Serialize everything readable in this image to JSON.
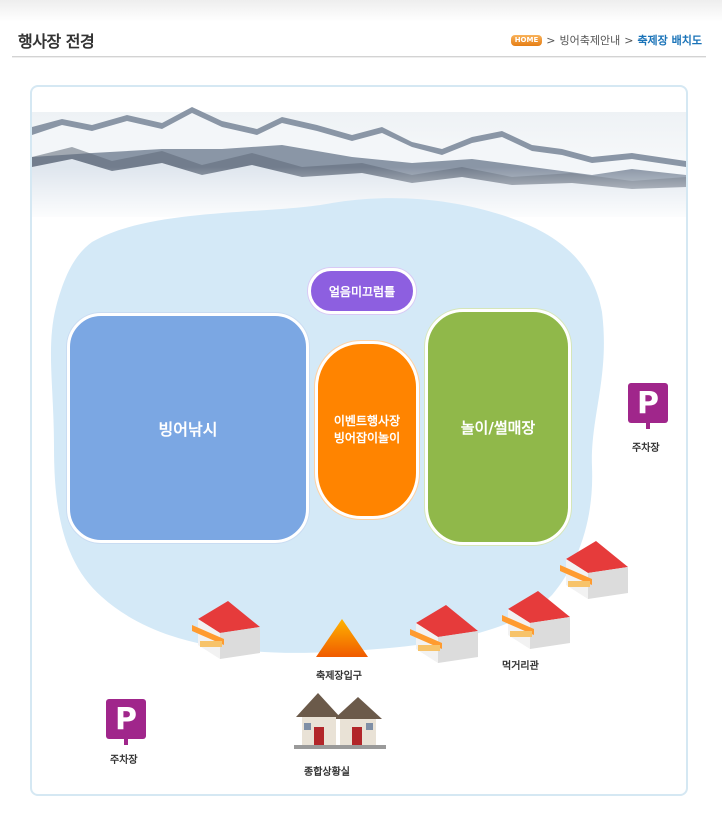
{
  "page": {
    "title": "행사장 전경",
    "breadcrumb": {
      "home_badge": "HOME",
      "separator": ">",
      "parent": "빙어축제안내",
      "current": "축제장 배치도"
    }
  },
  "map": {
    "zones": {
      "fishing": "빙어낚시",
      "event_line1": "이벤트행사장",
      "event_line2": "빙어잡이놀이",
      "play": "놀이/썰매장",
      "sculpture": "얼음미끄럼틀"
    },
    "facilities": {
      "parking_symbol": "P",
      "parking_right": "주차장",
      "parking_left": "주차장",
      "entrance": "축제장입구",
      "food_street": "먹거리관",
      "office": "종합상황실"
    },
    "colors": {
      "lake": "#d4e9f7",
      "fishing": "#7ba7e3",
      "event": "#ff8400",
      "play": "#90b84a",
      "sculpture": "#8d5fe0",
      "parking": "#a0268b"
    }
  }
}
